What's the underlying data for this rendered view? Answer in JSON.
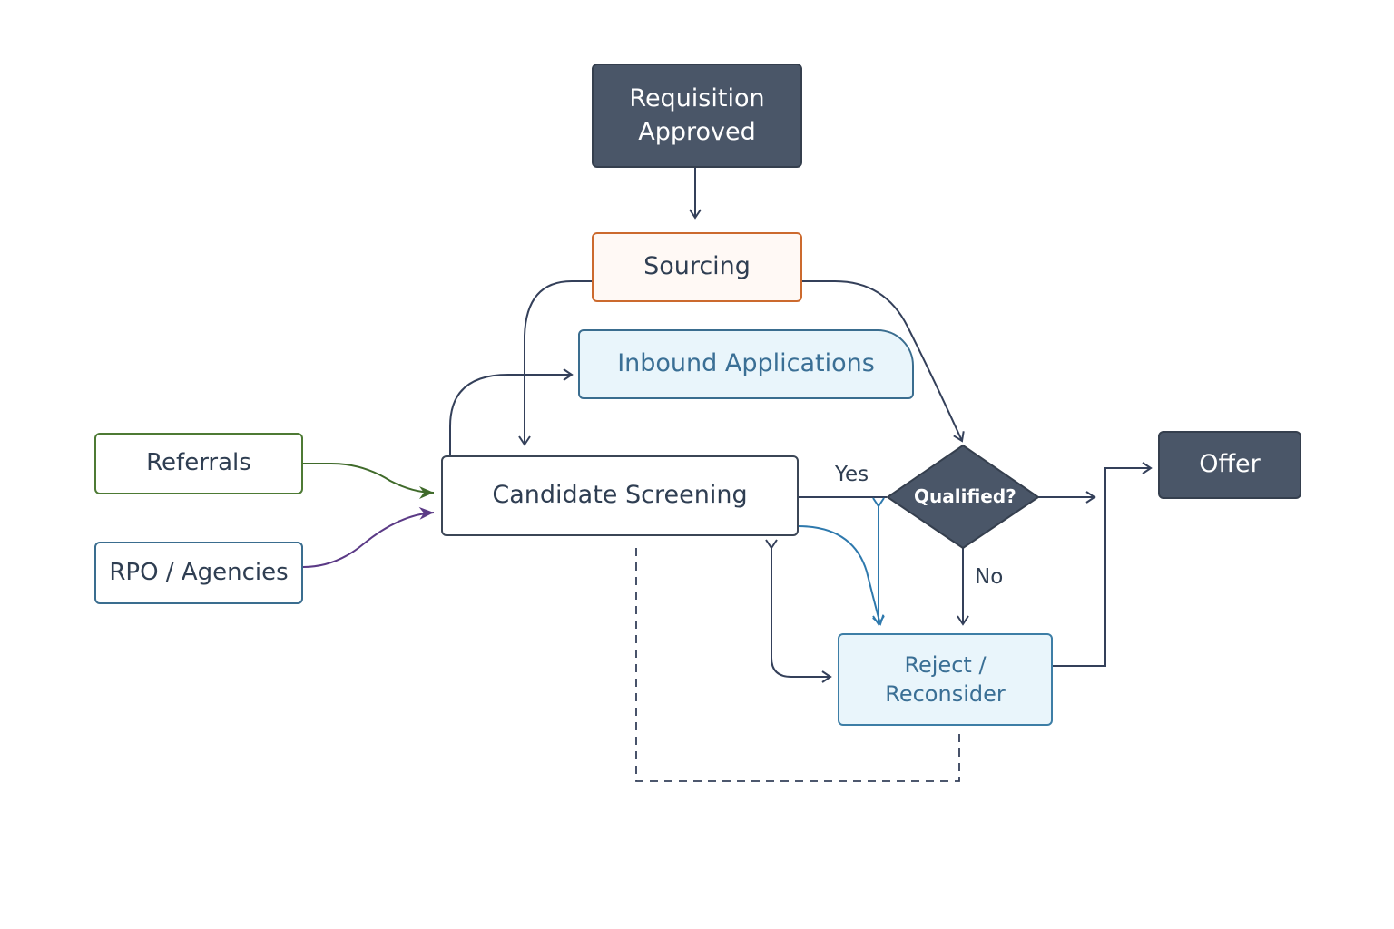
{
  "diagram": {
    "title": "Recruiting Workflow",
    "nodes": {
      "requisition": "Requisition\nApproved",
      "requisition_line1": "Requisition",
      "requisition_line2": "Approved",
      "sourcing": "Sourcing",
      "inbound": "Inbound Applications",
      "referrals": "Referrals",
      "rpo": "RPO / Agencies",
      "screening": "Candidate Screening",
      "qualified": "Qualified?",
      "reject_line1": "Reject /",
      "reject_line2": "Reconsider",
      "offer": "Offer"
    },
    "edge_labels": {
      "yes": "Yes",
      "no": "No"
    },
    "colors": {
      "dark_node": "#4a5668",
      "sourcing_border": "#cc6a2e",
      "inbound_fill": "#e9f5fb",
      "referrals_border": "#4d7a34",
      "referrals_arrow": "#3f6a2a",
      "rpo_border": "#3a6d8f",
      "rpo_arrow": "#5b3a86",
      "edge": "#34405a",
      "blue_edge": "#2e79ad"
    },
    "edges": [
      {
        "from": "requisition",
        "to": "sourcing"
      },
      {
        "from": "sourcing",
        "to": "screening"
      },
      {
        "from": "sourcing",
        "to": "qualified"
      },
      {
        "from": "screening",
        "to": "inbound"
      },
      {
        "from": "referrals",
        "to": "screening"
      },
      {
        "from": "rpo",
        "to": "screening"
      },
      {
        "from": "screening",
        "to": "qualified",
        "label": "Yes"
      },
      {
        "from": "qualified",
        "to": "reject",
        "label": "No"
      },
      {
        "from": "qualified",
        "to": "offer"
      },
      {
        "from": "screening",
        "to": "reject"
      },
      {
        "from": "reject",
        "to": "screening"
      },
      {
        "from": "reject",
        "to": "offer"
      },
      {
        "from": "screening",
        "to": "reject",
        "style": "dashed"
      }
    ]
  }
}
